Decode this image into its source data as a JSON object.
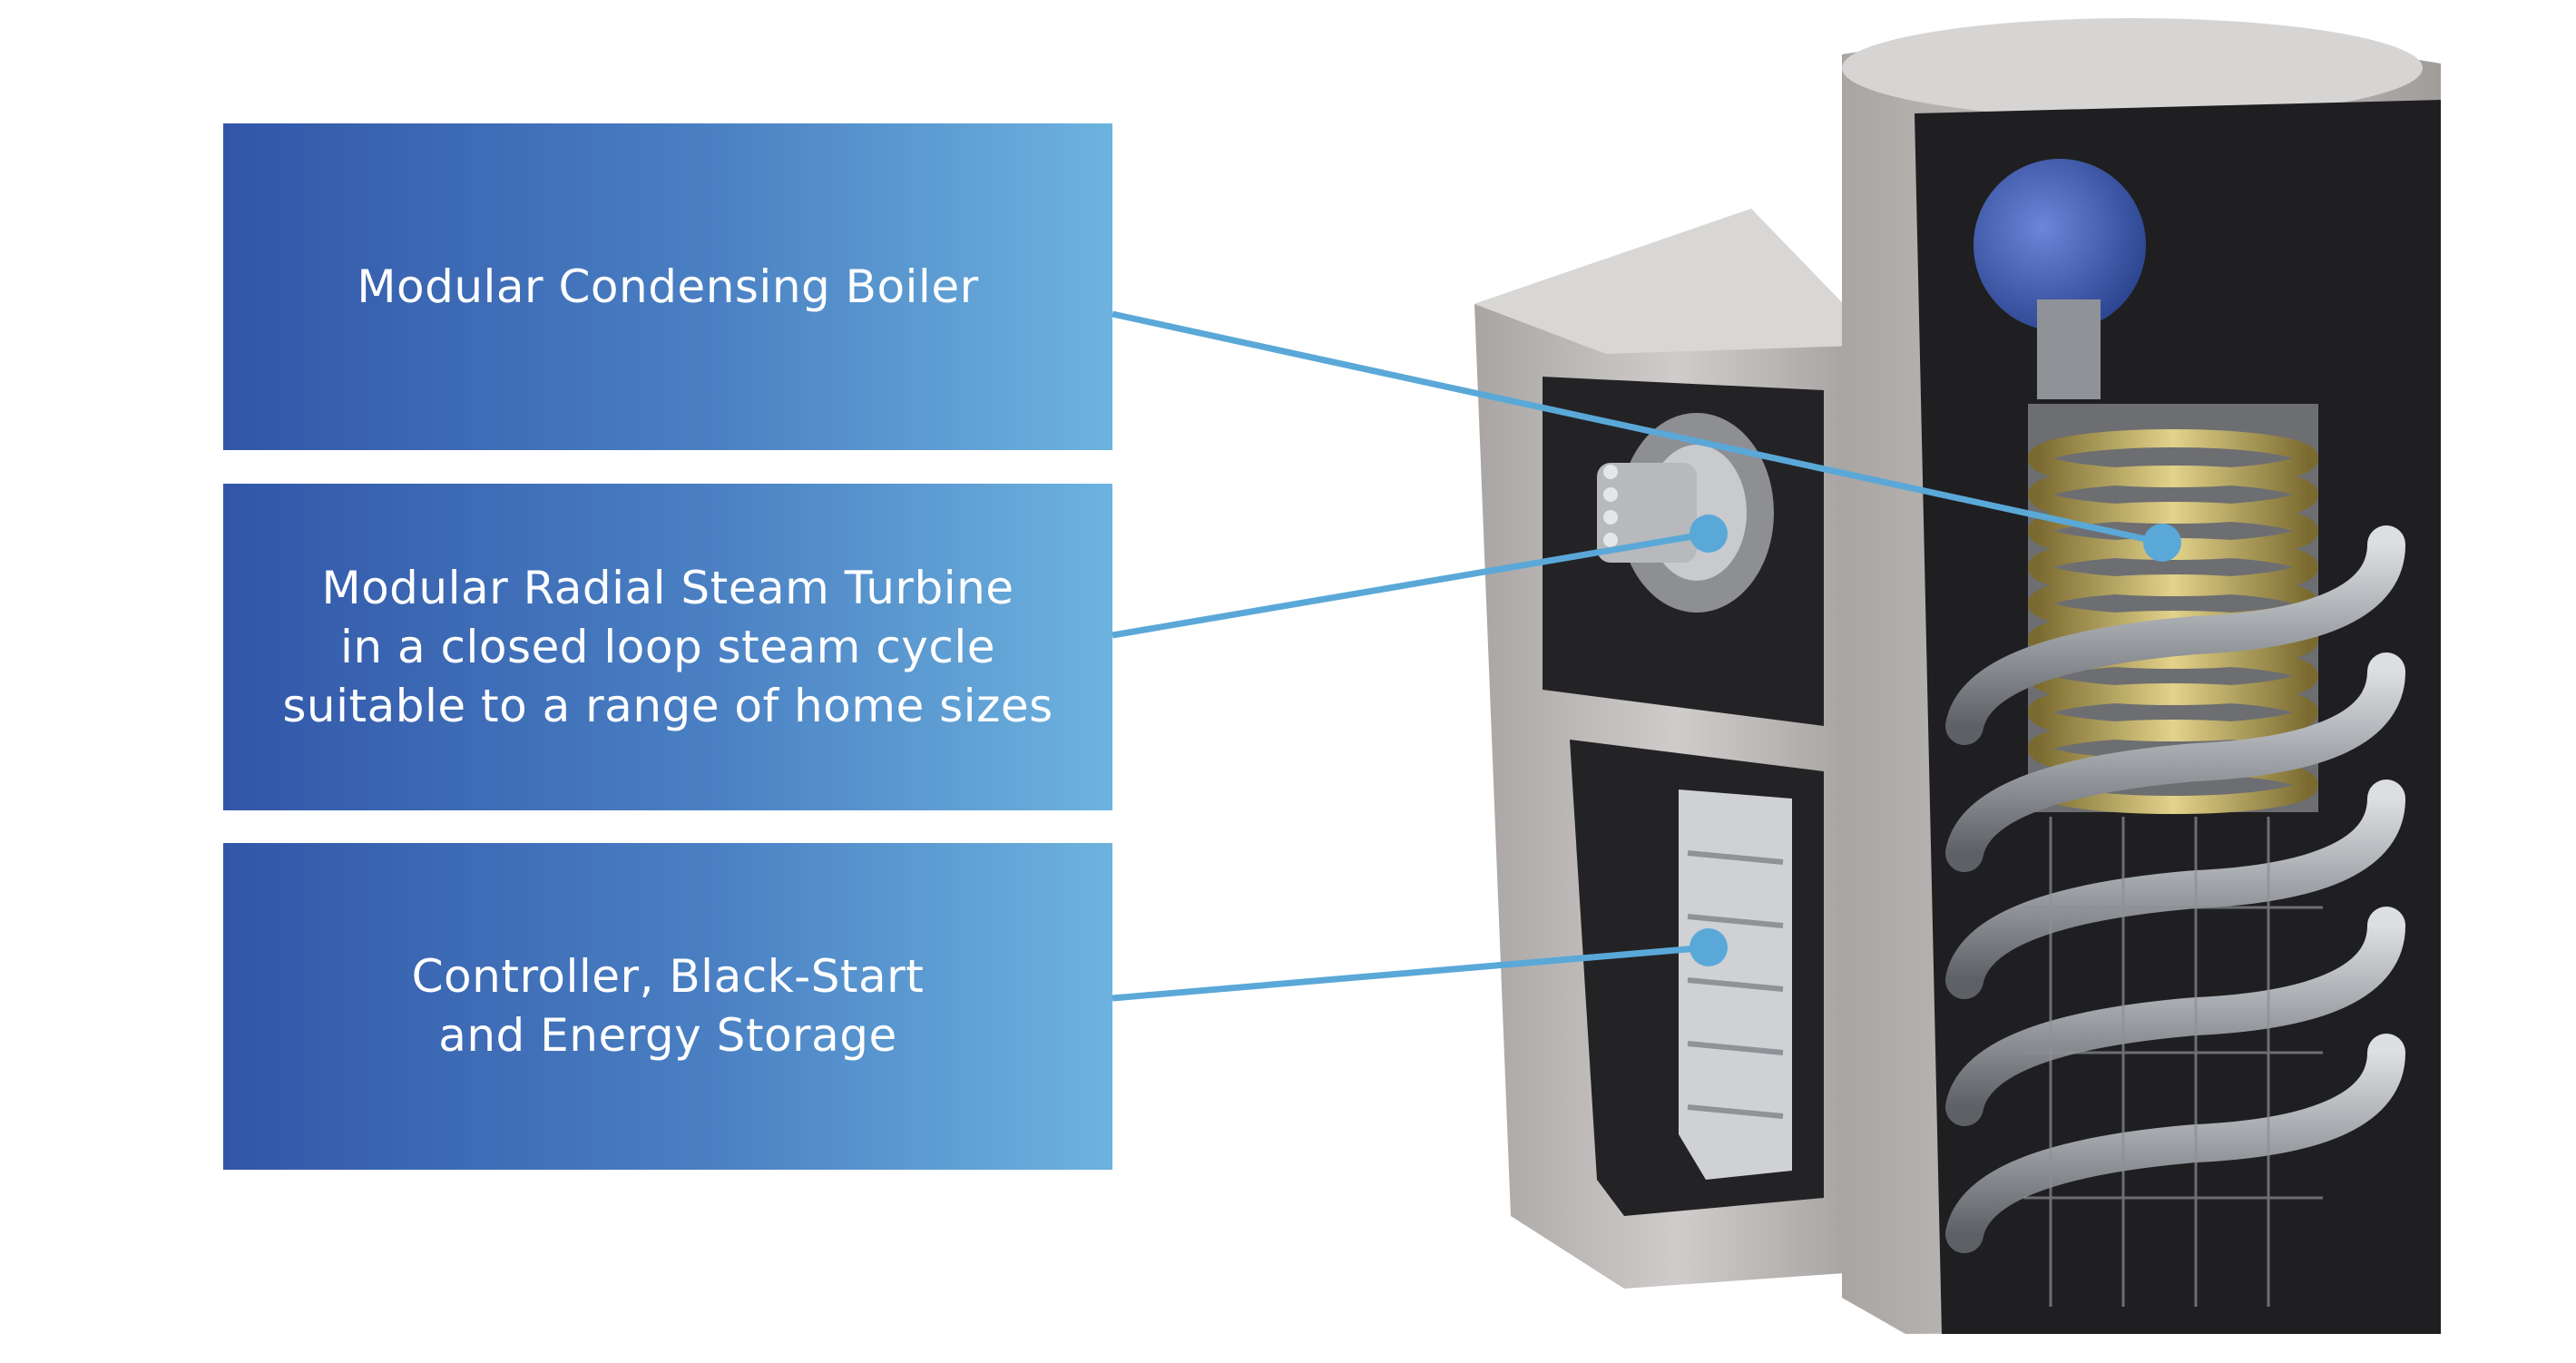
{
  "labels": {
    "boiler": "Modular Condensing Boiler",
    "turbine": "Modular Radial Steam Turbine\nin a closed loop steam cycle\nsuitable to a range of home sizes",
    "controller": "Controller, Black-Start\nand Energy Storage"
  },
  "colors": {
    "gradient_start": "#3156a8",
    "gradient_end": "#6db3df",
    "leader_line": "#5aa8d8",
    "housing": "#b9b6b4",
    "interior": "#1f1f21",
    "coil_gold": "#c8b46a",
    "pipe_steel": "#9fa3a7",
    "motor_blue": "#3d5ab0"
  }
}
